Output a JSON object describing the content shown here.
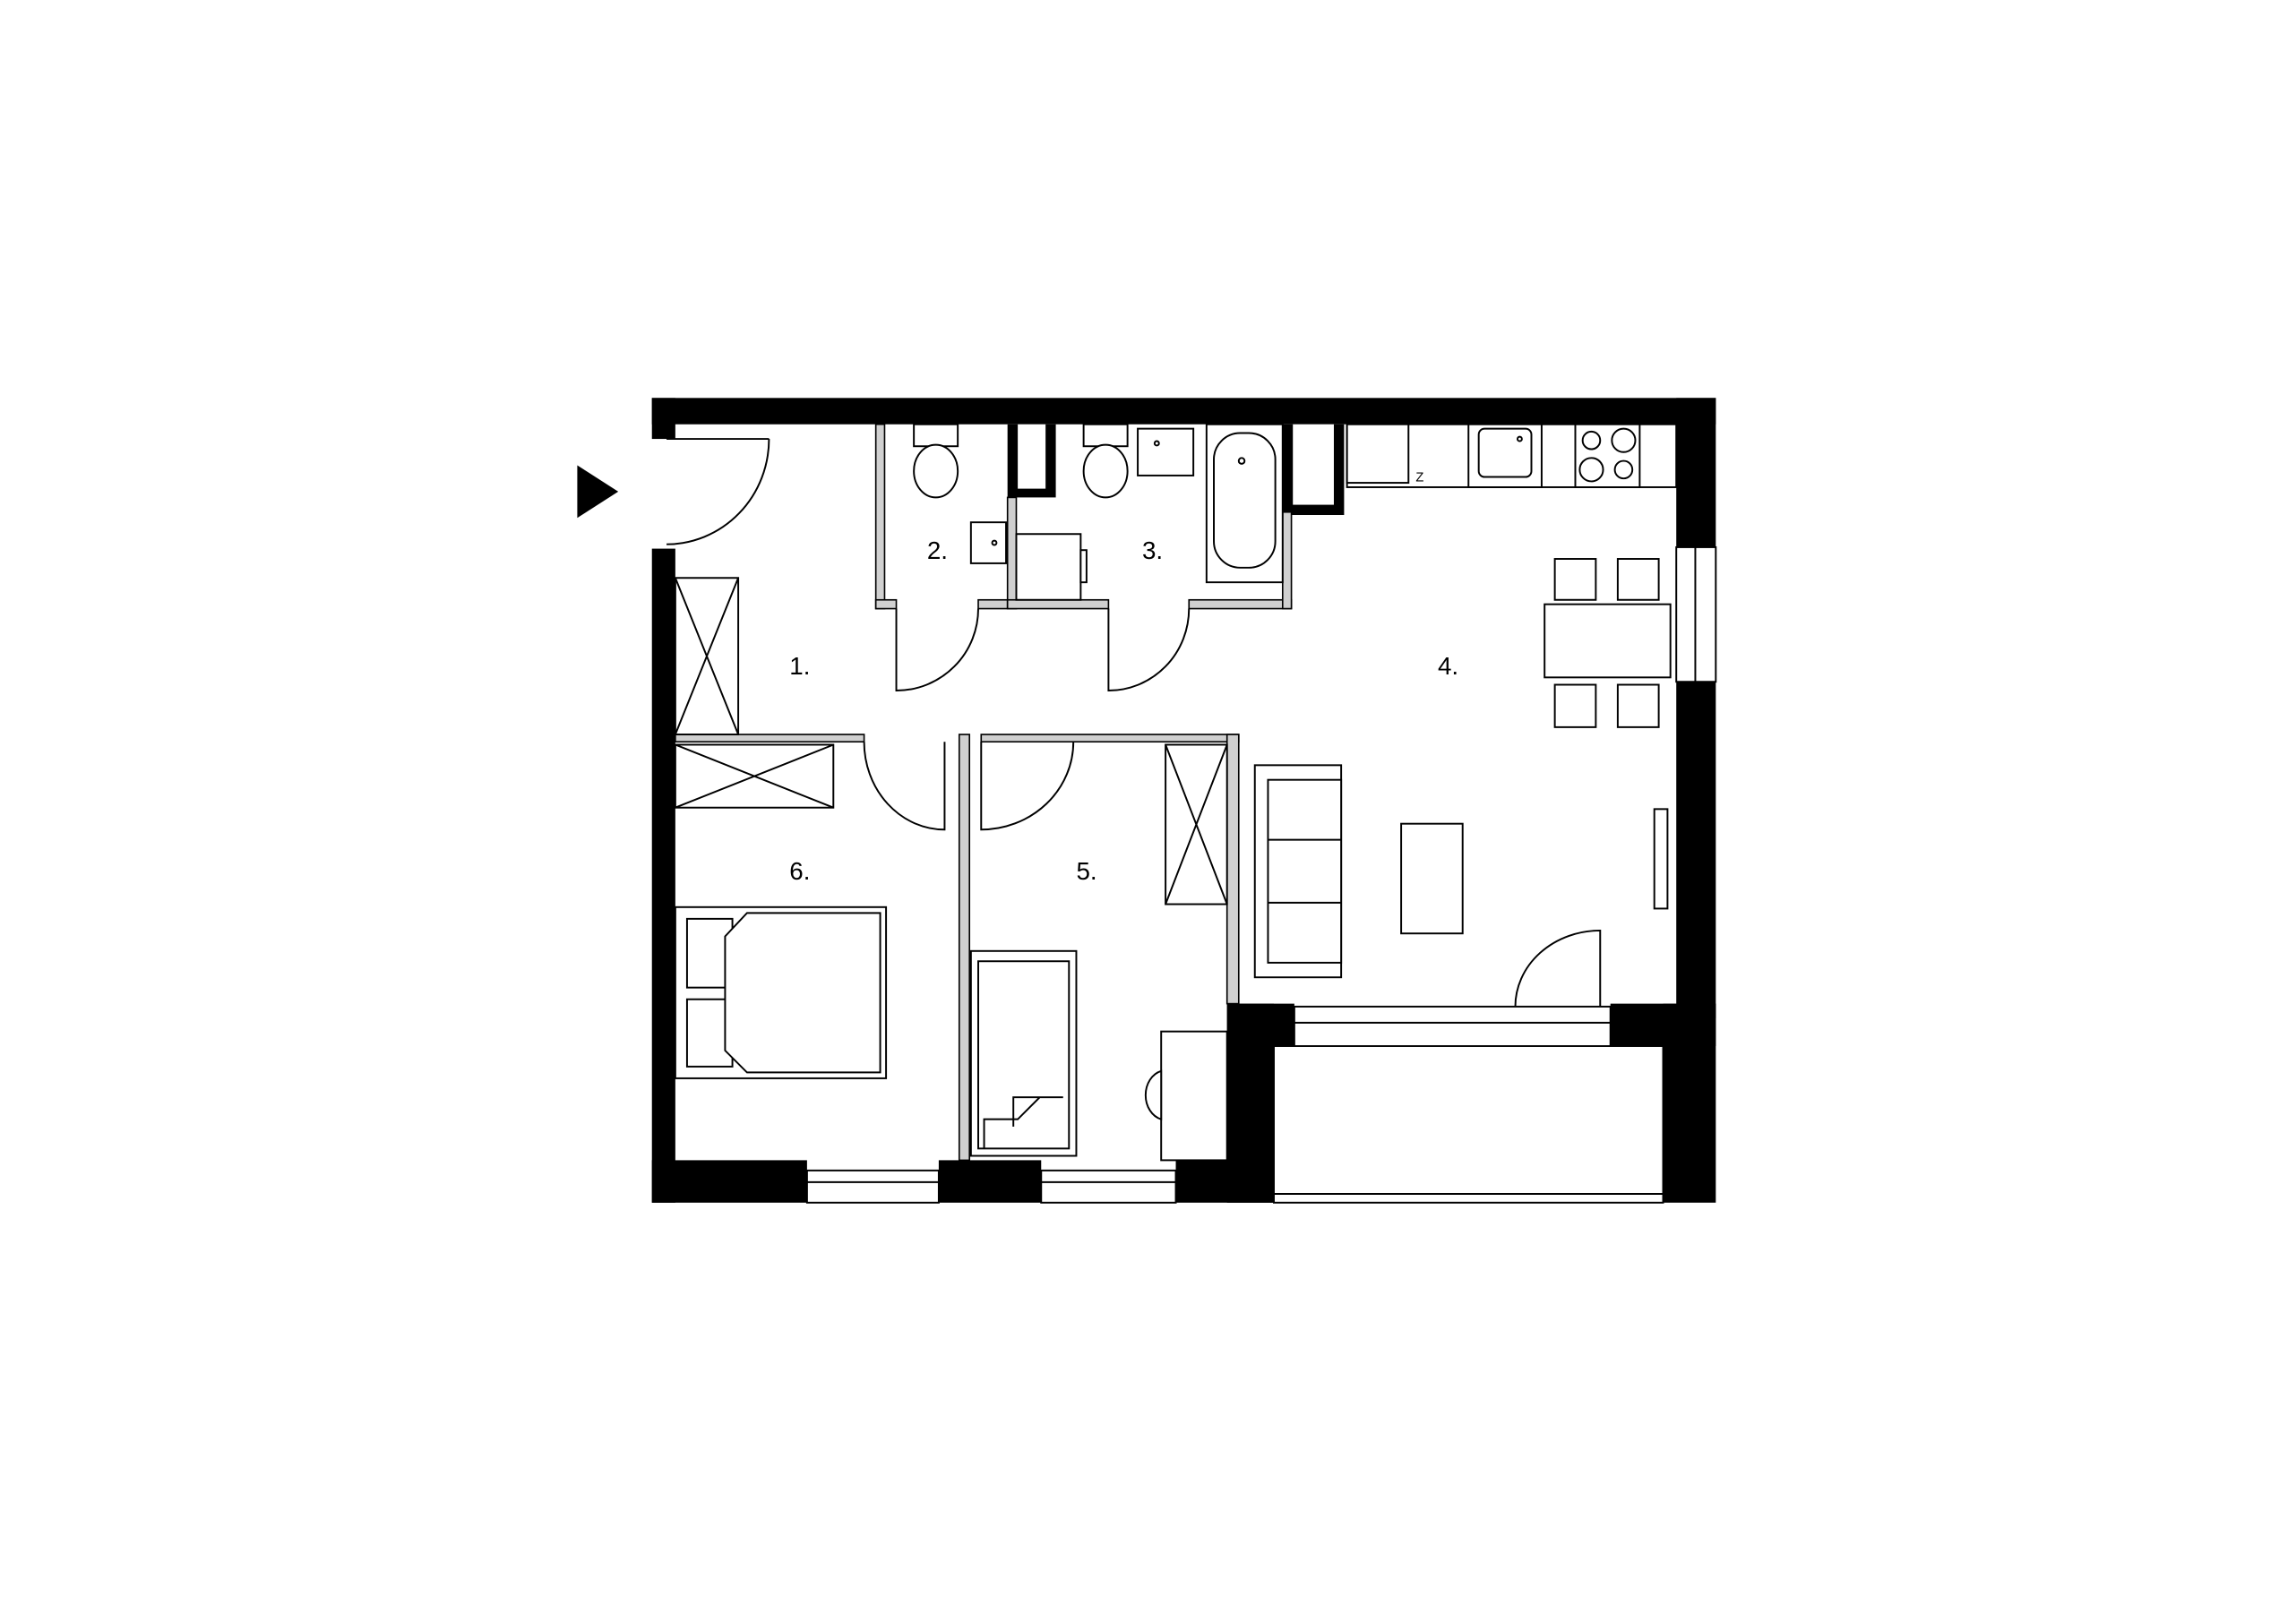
{
  "floorplan": {
    "rooms": [
      {
        "label": "1."
      },
      {
        "label": "2."
      },
      {
        "label": "3."
      },
      {
        "label": "4."
      },
      {
        "label": "5."
      },
      {
        "label": "6."
      }
    ],
    "fridge_mark": "Z"
  }
}
